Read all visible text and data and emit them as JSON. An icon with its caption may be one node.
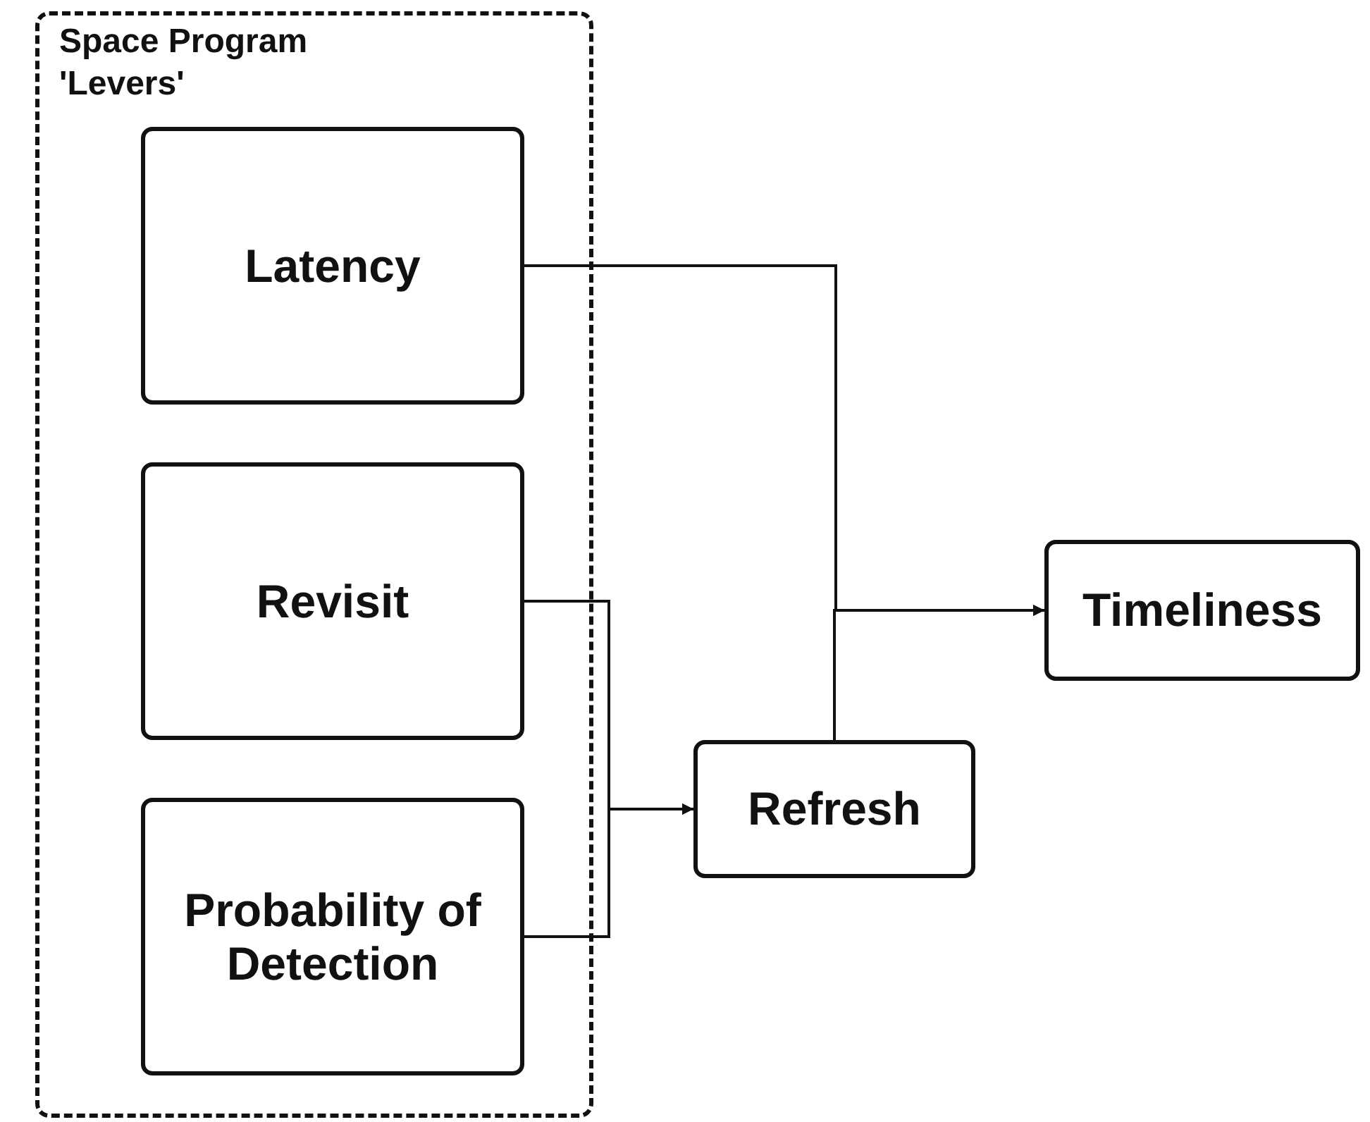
{
  "diagram": {
    "nodes": [
      {
        "text": [
          "Space Program 'Levers'"
        ]
      },
      {
        "text": [
          "Latency"
        ],
        "in": 0
      },
      {
        "text": [
          "Revisit"
        ],
        "in": 0
      },
      {
        "text": [
          "Probability of Detection"
        ],
        "in": 0
      },
      {
        "text": [
          "Refresh"
        ]
      },
      {
        "text": [
          "Timeliness"
        ]
      }
    ],
    "edges": [
      {
        "from": 1,
        "to": 5,
        "arrow": "to"
      },
      {
        "from": 4,
        "to": 5,
        "arrow": "to"
      },
      {
        "from": 2,
        "to": 4,
        "arrow": "to"
      },
      {
        "from": 3,
        "to": 4,
        "arrow": "to"
      }
    ]
  }
}
